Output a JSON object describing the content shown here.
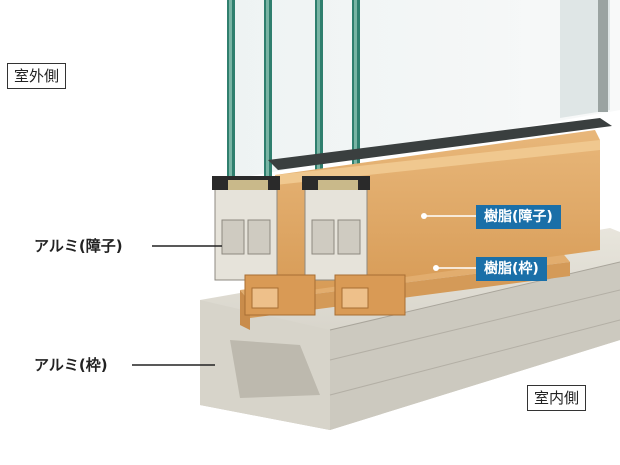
{
  "labels": {
    "outdoor": "室外側",
    "indoor": "室内側",
    "alu_sash": "アルミ(障子)",
    "alu_frame": "アルミ(枠)",
    "resin_sash": "樹脂(障子)",
    "resin_frame": "樹脂(枠)"
  },
  "colors": {
    "tag_blue": "#1a6fa8",
    "resin_wood": "#e0a865",
    "aluminum": "#d9d6cc",
    "glass_edge": "#2f7f6e"
  },
  "icons": {
    "leader_point": "dot"
  }
}
